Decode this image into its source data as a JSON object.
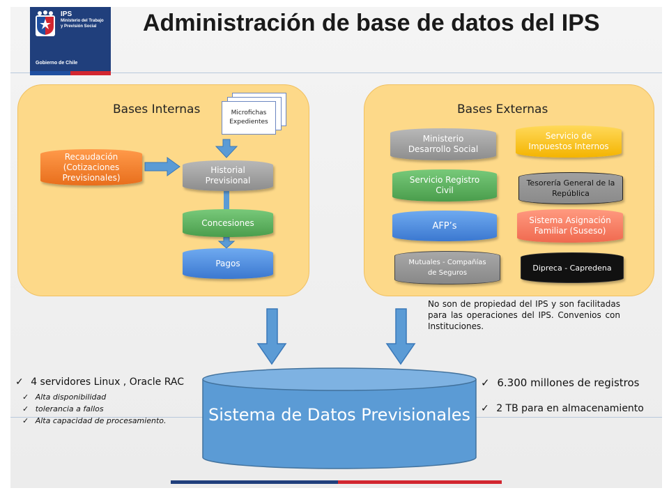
{
  "header": {
    "title": "Administración de base de datos del IPS",
    "logo_top_text": "IPS",
    "logo_sub_text_1": "Ministerio del Trabajo",
    "logo_sub_text_2": "y Previsión Social",
    "logo_bottom_text": "Gobierno de Chile"
  },
  "internal": {
    "title": "Bases Internas",
    "doc_label": "Microfichas Expedientes",
    "recaudacion": "Recaudación (Cotizaciones Previsionales)",
    "historial": "Historial Previsional",
    "concesiones": "Concesiones",
    "pagos": "Pagos"
  },
  "external": {
    "title": "Bases Externas",
    "items": [
      "Ministerio Desarrollo Social",
      "Servicio de Impuestos Internos",
      "Servicio Registro Civil",
      "Tesorería General de la República",
      "AFP’s",
      "Sistema Asignación Familiar (Suseso)",
      "Mutuales - Compañías de Seguros",
      "Dipreca - Capredena"
    ],
    "note": "No son de propiedad del IPS y son facilitadas para las operaciones del IPS. Convenios con Instituciones."
  },
  "central": {
    "label": "Sistema de Datos Previsionales"
  },
  "left_list": {
    "main": "4 servidores Linux , Oracle RAC",
    "subs": [
      "Alta disponibilidad",
      "tolerancia a fallos",
      "Alta capacidad de procesamiento."
    ]
  },
  "right_list": {
    "items": [
      "6.300 millones de registros",
      "2 TB para en almacenamiento"
    ]
  },
  "colors": {
    "panel": "#fdd989",
    "arrow": "#5b9bd5",
    "central": "#5b9bd5",
    "logo_blue": "#203f7c",
    "flag_red": "#d22630"
  }
}
